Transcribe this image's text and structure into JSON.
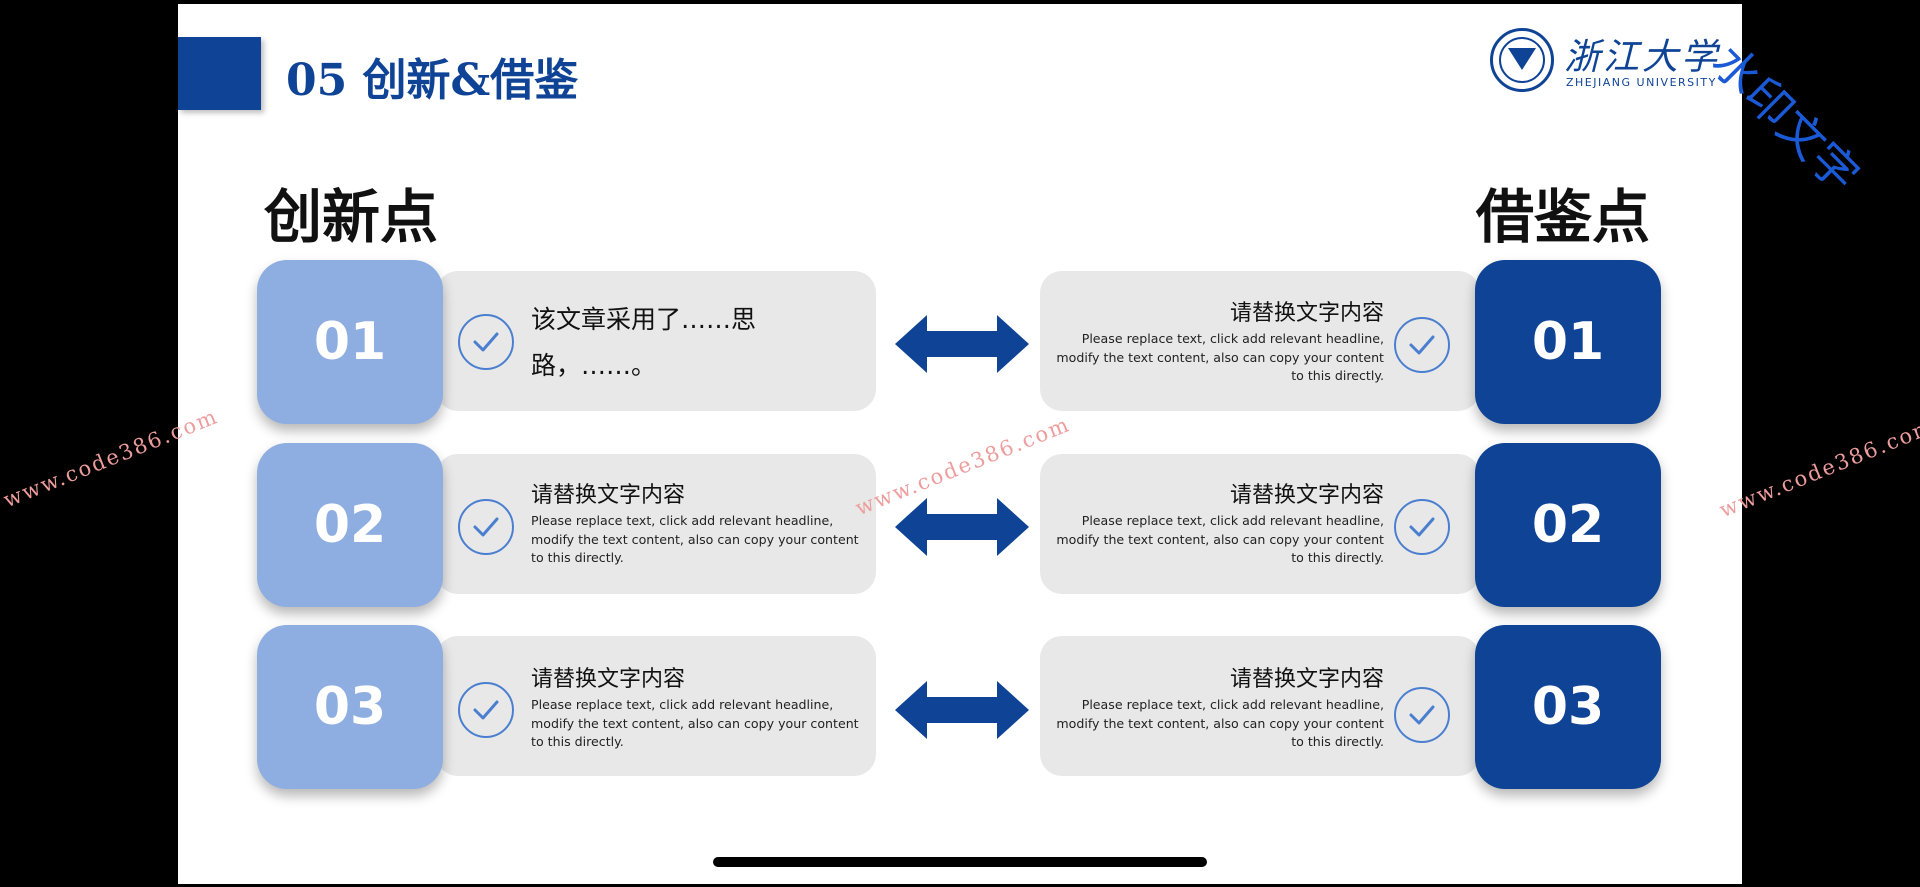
{
  "slide": {
    "title": "05 创新&借鉴",
    "logo": {
      "cn": "浙江大学",
      "en": "ZHEJIANG UNIVERSITY"
    },
    "left_heading": "创新点",
    "right_heading": "借鉴点"
  },
  "left_items": [
    {
      "num": "01",
      "text": "该文章采用了……思路，……。"
    },
    {
      "num": "02",
      "head": "请替换文字内容",
      "desc": "Please replace text, click add relevant headline, modify the text content, also can copy your content to this directly."
    },
    {
      "num": "03",
      "head": "请替换文字内容",
      "desc": "Please replace text, click add relevant headline, modify the text content, also can copy your content to this directly."
    }
  ],
  "right_items": [
    {
      "num": "01",
      "head": "请替换文字内容",
      "desc": "Please replace text, click add relevant headline, modify the text content, also can copy your content to this directly."
    },
    {
      "num": "02",
      "head": "请替换文字内容",
      "desc": "Please replace text, click add relevant headline, modify the text content, also can copy your content to this directly."
    },
    {
      "num": "03",
      "head": "请替换文字内容",
      "desc": "Please replace text, click add relevant headline, modify the text content, also can copy your content to this directly."
    }
  ],
  "watermarks": {
    "site": "www.code386.com",
    "label": "水印文字"
  },
  "colors": {
    "primary": "#0f4396",
    "light": "#8eade0",
    "pill": "#e8e8e8"
  },
  "icons": [
    "check-circle-icon",
    "double-arrow-icon"
  ]
}
